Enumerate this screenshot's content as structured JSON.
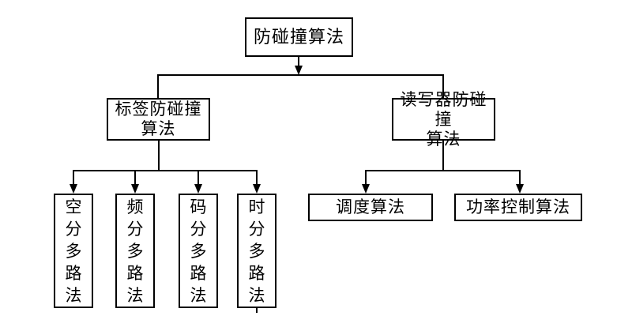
{
  "diagram": {
    "root": {
      "label": "防碰撞算法"
    },
    "tag_branch": {
      "line1": "标签防碰撞",
      "line2": "算法"
    },
    "reader_branch": {
      "line1": "读写器防碰撞",
      "line2": "算法"
    },
    "tag_methods": [
      {
        "label": "空分多路法"
      },
      {
        "label": "频分多路法"
      },
      {
        "label": "码分多路法"
      },
      {
        "label": "时分多路法"
      }
    ],
    "reader_methods": [
      {
        "label": "调度算法"
      },
      {
        "label": "功率控制算法"
      }
    ]
  },
  "colors": {
    "line": "#000000",
    "text": "#000000",
    "background": "#ffffff"
  }
}
